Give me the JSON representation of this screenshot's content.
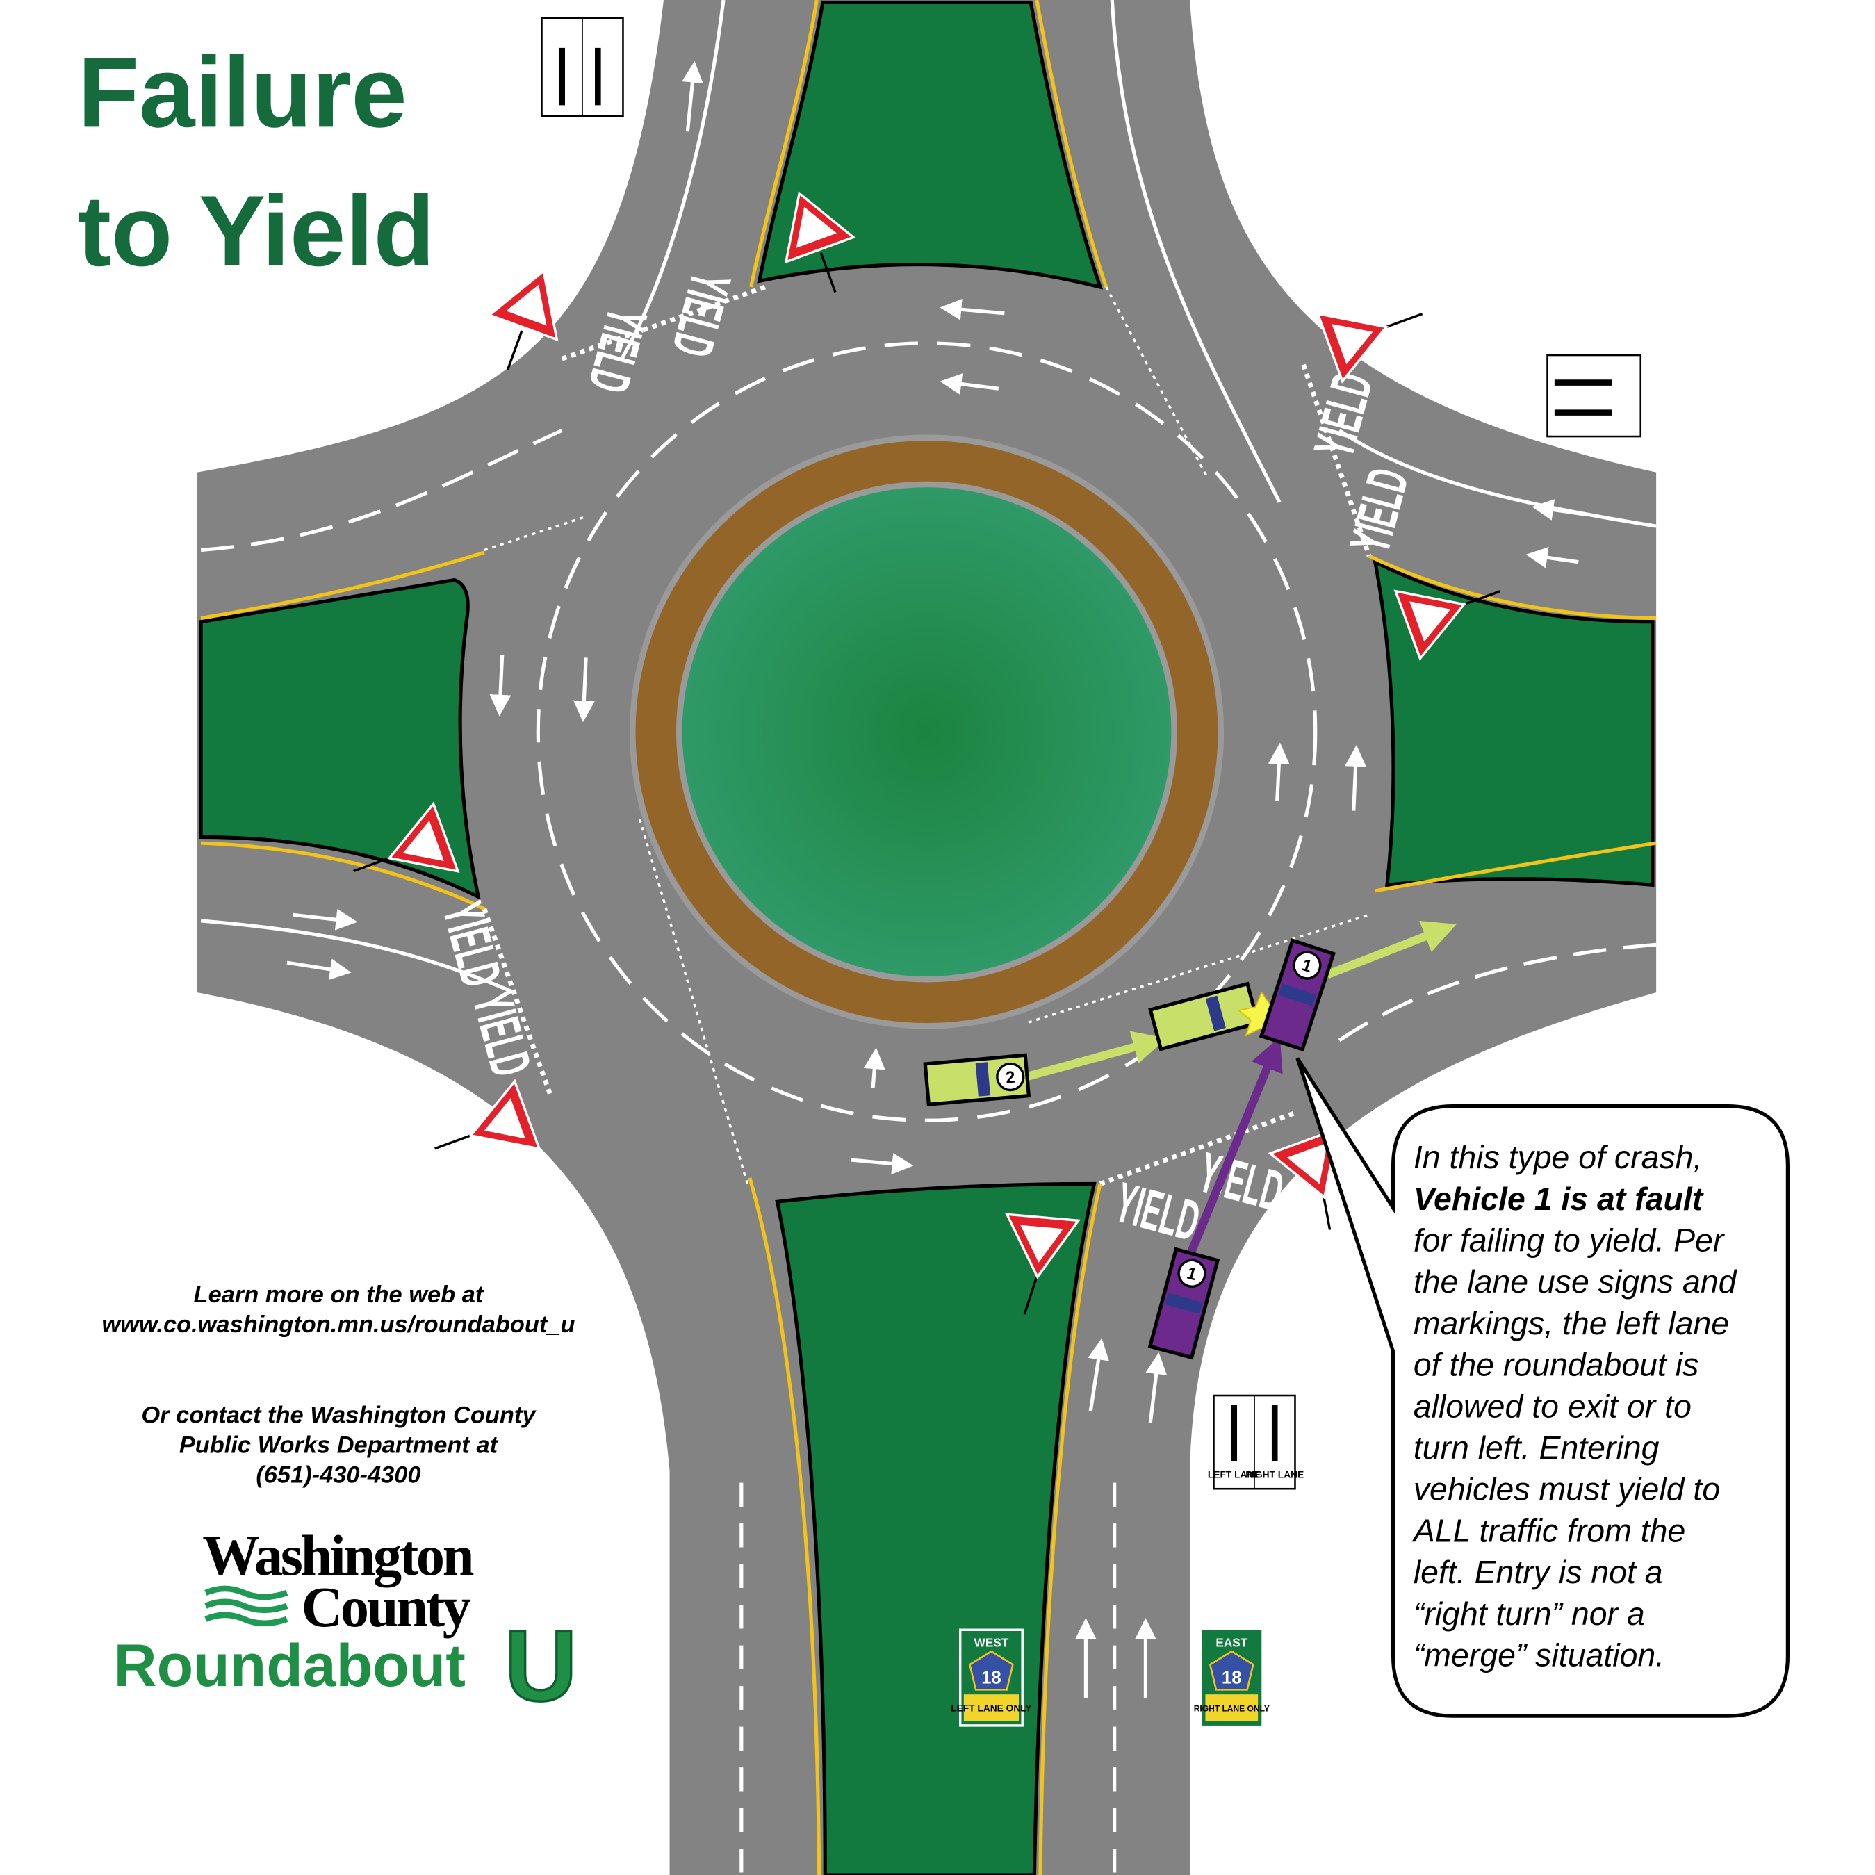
{
  "title": {
    "line1": "Failure",
    "line2": "to Yield"
  },
  "info": {
    "web_line1": "Learn more on the web at",
    "web_line2": "www.co.washington.mn.us/roundabout_u",
    "contact_line1": "Or contact the Washington County",
    "contact_line2": "Public Works Department at",
    "contact_line3": "(651)-430-4300"
  },
  "logo": {
    "line1": "Washington",
    "line2": "County",
    "line3": "Roundabout",
    "letter": "U"
  },
  "callout": {
    "lines": [
      "In this type of crash,",
      "Vehicle 1 is at fault",
      "for failing to yield.  Per",
      "the lane use signs and",
      "markings, the left lane",
      "of the roundabout is",
      "allowed to exit or to",
      "turn left.  Entering",
      "vehicles must yield to",
      "ALL traffic from the",
      "left.  Entry is not a",
      "“right turn” nor a",
      "“merge” situation."
    ]
  },
  "vehicles": {
    "vehicle1_label": "1",
    "vehicle2_label": "2"
  },
  "pavement": {
    "yield": "YIELD"
  },
  "signs": {
    "yield": "YIELD",
    "left_lane": "LEFT LANE",
    "right_lane": "RIGHT LANE",
    "west": "WEST",
    "east": "EAST",
    "route": "18",
    "left_lane_only": "LEFT LANE ONLY",
    "right_lane_only": "RIGHT LANE ONLY"
  },
  "colors": {
    "asphalt": "#838383",
    "island_green": "#137a3f",
    "apron_brown": "#946528",
    "title_green": "#156b3b",
    "vehicle1": "#6b2a8c",
    "vehicle2": "#c8e06a",
    "yield_red": "#e3212b",
    "lane_yellow": "#f2c31b"
  }
}
